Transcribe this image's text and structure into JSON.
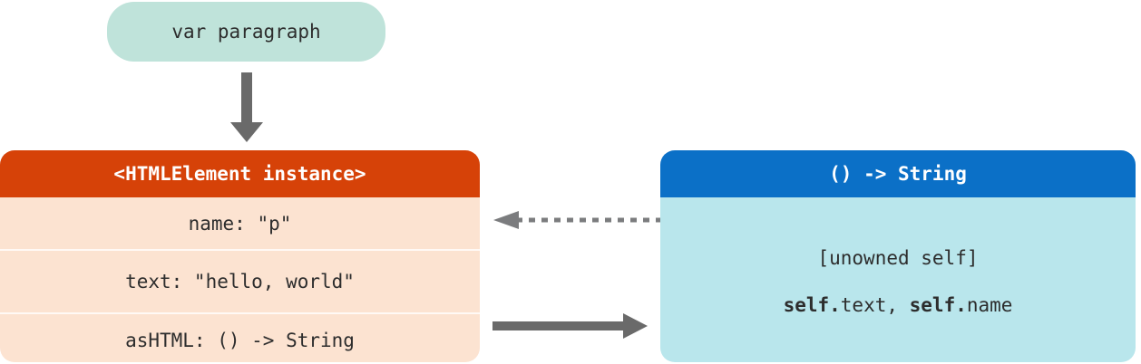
{
  "variable_box": {
    "label": "var paragraph"
  },
  "instance_box": {
    "title": "<HTMLElement instance>",
    "rows": [
      "name: \"p\"",
      "text: \"hello, world\"",
      "asHTML: () -> String"
    ]
  },
  "closure_box": {
    "title": "() -> String",
    "capture_list": "[unowned self]",
    "body_segments": [
      {
        "text": "self.",
        "bold": true
      },
      {
        "text": "text, ",
        "bold": false
      },
      {
        "text": "self.",
        "bold": true
      },
      {
        "text": "name",
        "bold": false
      }
    ]
  },
  "arrows": {
    "assignment": "solid arrow down from var paragraph to HTMLElement instance",
    "strong_reference": "solid arrow right from instance asHTML to closure",
    "unowned_reference": "dashed arrow left from closure to instance"
  },
  "colors": {
    "variable_box_bg": "#bfe3da",
    "instance_header_bg": "#d64208",
    "instance_body_bg": "#fce3d1",
    "closure_header_bg": "#0b70c7",
    "closure_body_bg": "#b9e6ec",
    "header_text": "#ffffff",
    "body_text": "#2d2d2d",
    "arrow_solid": "#6a6a6a",
    "arrow_dashed": "#7b7c7e",
    "row_divider": "#ffffff"
  }
}
